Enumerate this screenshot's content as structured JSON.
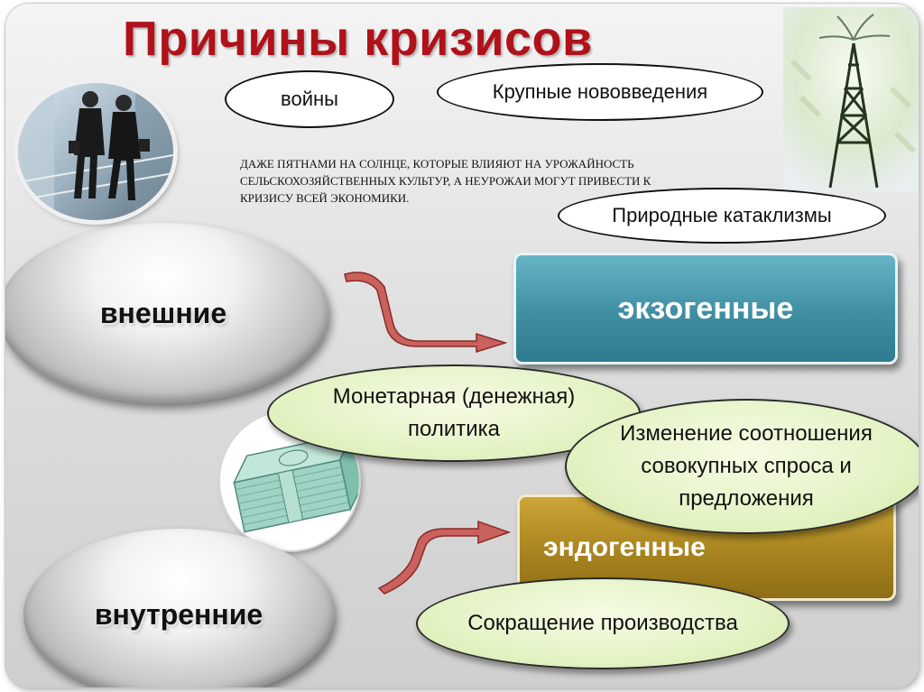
{
  "title": "Причины кризисов",
  "top_ovals": {
    "wars": "войны",
    "innovations": "Крупные нововведения",
    "cataclysms": "Природные катаклизмы"
  },
  "note": "Даже пятнами на Солнце, которые влияют на урожайность сельскохозяйственных культур, а неурожаи могут привести к кризису всей экономики.",
  "external": {
    "lens_label": "внешние",
    "box_label": "экзогенные"
  },
  "internal": {
    "lens_label": "внутренние",
    "box_label": "эндогенные"
  },
  "green_ovals": {
    "monetary": "Монетарная (денежная) политика",
    "demand_supply": "Изменение соотношения совокупных спроса и предложения",
    "production": "Сокращение производства"
  },
  "colors": {
    "title": "#b0121b",
    "exogenous_box": "#3f8ea2",
    "endogenous_box": "#a8841f",
    "arrow_fill": "#c9625e",
    "green_oval": "#e4f3c5"
  }
}
